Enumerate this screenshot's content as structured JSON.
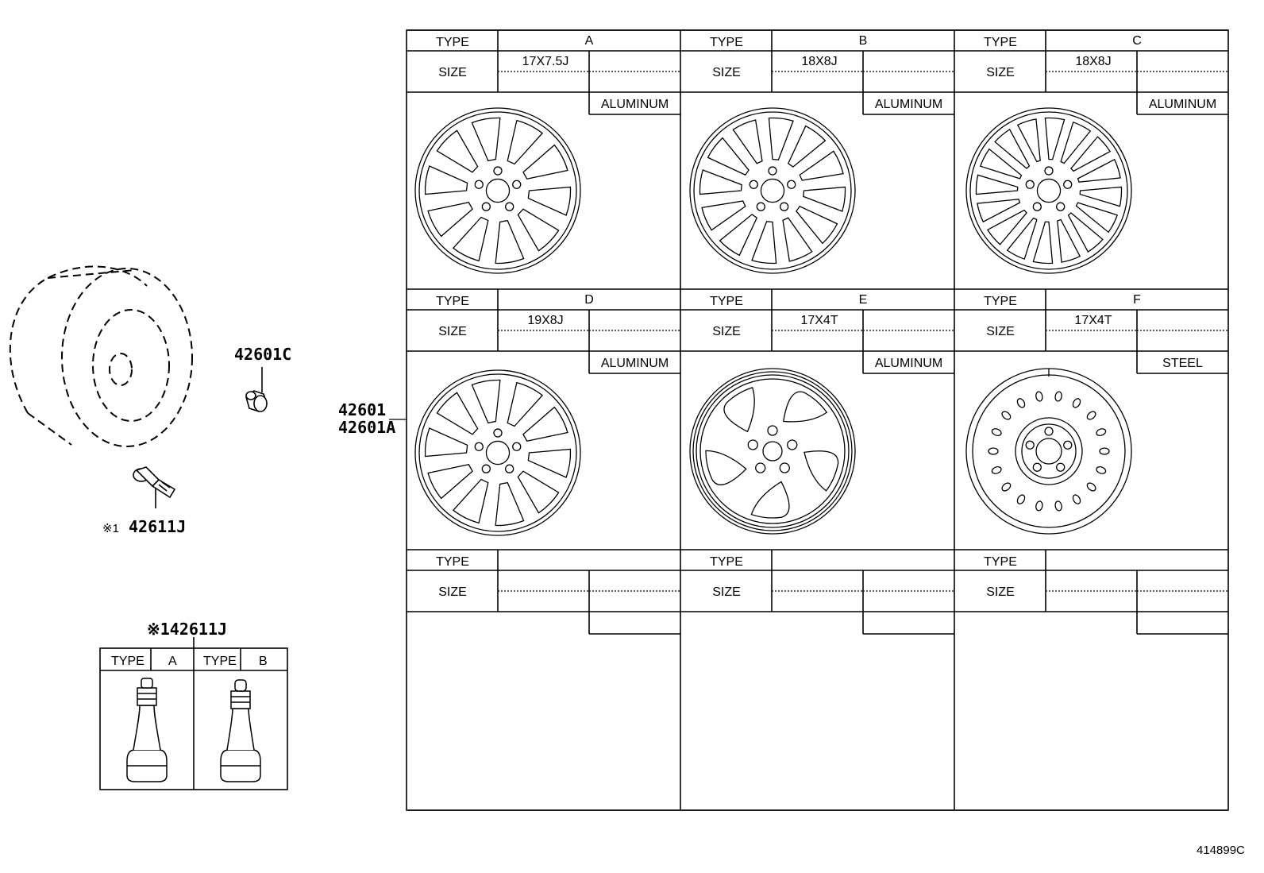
{
  "parts": {
    "lug_nut": "42601C",
    "wheel": "42601",
    "wheel_alt": "42601A",
    "valve": "42611J",
    "valve_prefix": "※1",
    "valve_header": "※142611J"
  },
  "valve_table": {
    "headers": [
      {
        "type_label": "TYPE",
        "type": "A"
      },
      {
        "type_label": "TYPE",
        "type": "B"
      }
    ]
  },
  "labels": {
    "type": "TYPE",
    "size": "SIZE"
  },
  "wheel_table": {
    "cells": [
      {
        "type": "A",
        "size": "17X7.5J",
        "material": "ALUMINUM"
      },
      {
        "type": "B",
        "size": "18X8J",
        "material": "ALUMINUM"
      },
      {
        "type": "C",
        "size": "18X8J",
        "material": "ALUMINUM"
      },
      {
        "type": "D",
        "size": "19X8J",
        "material": "ALUMINUM"
      },
      {
        "type": "E",
        "size": "17X4T",
        "material": "ALUMINUM"
      },
      {
        "type": "F",
        "size": "17X4T",
        "material": "STEEL"
      },
      {
        "type": "",
        "size": "",
        "material": ""
      },
      {
        "type": "",
        "size": "",
        "material": ""
      },
      {
        "type": "",
        "size": "",
        "material": ""
      }
    ]
  },
  "diagram_id": "414899C"
}
